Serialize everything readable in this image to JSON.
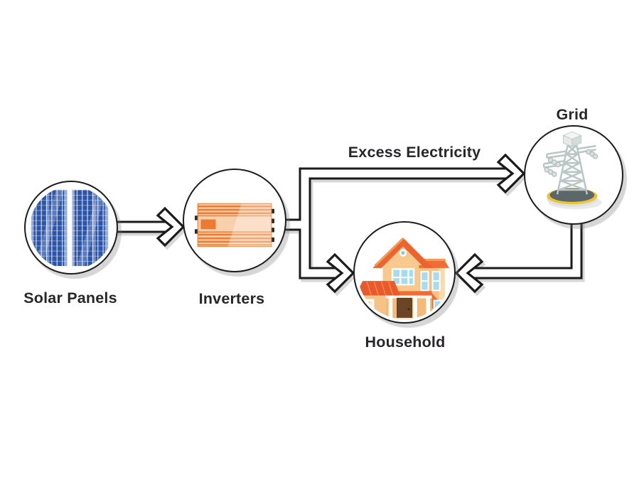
{
  "diagram": {
    "type": "flow-diagram",
    "subject": "solar energy flow between panels, inverters, household and grid"
  },
  "nodes": [
    {
      "id": "solar-panels",
      "label": "Solar Panels",
      "icon": "solar-panel-icon"
    },
    {
      "id": "inverters",
      "label": "Inverters",
      "icon": "inverter-icon"
    },
    {
      "id": "household",
      "label": "Household",
      "icon": "house-icon"
    },
    {
      "id": "grid",
      "label": "Grid",
      "icon": "transmission-tower-icon"
    }
  ],
  "flow_labels": {
    "excess_electricity": "Excess Electricity"
  },
  "edges": [
    {
      "from": "solar-panels",
      "to": "inverters"
    },
    {
      "from": "inverters",
      "to": "grid",
      "label": "Excess Electricity"
    },
    {
      "from": "inverters",
      "to": "household"
    },
    {
      "from": "grid",
      "to": "household"
    }
  ],
  "colors": {
    "background": "#ffffff",
    "outline": "#1b1b1b",
    "text": "#29262b",
    "connector_shadow": "#d9d9d9",
    "panel_blue": "#2c55a9",
    "panel_blue_light": "#94aadb",
    "inverter_orange": "#ee7a31",
    "inverter_body": "#f9d0ae",
    "roof_orange": "#ed6330",
    "wall_tan": "#f8c98d",
    "window_blue": "#a5dcf2",
    "door_brown": "#6b4527",
    "tower_gray": "#b9c7c4",
    "tower_base_yellow": "#eec437",
    "tower_base_dark": "#5b6769"
  }
}
